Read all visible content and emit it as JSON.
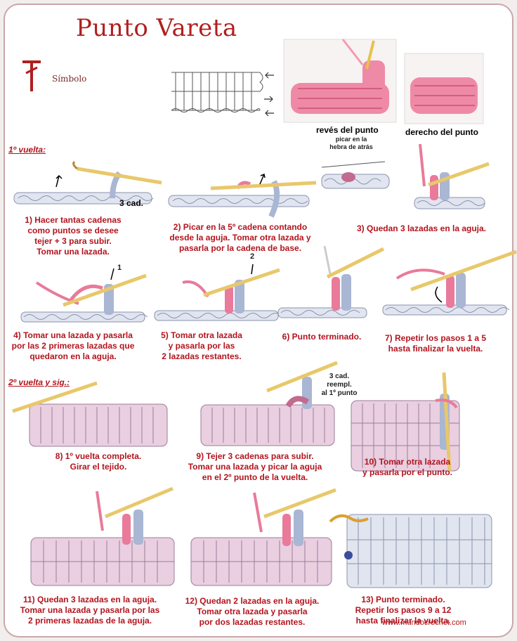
{
  "title": "Punto Vareta",
  "symbol_label": "Símbolo",
  "photo_labels": {
    "back": "revés del punto",
    "front": "derecho del punto",
    "note": "picar en la\nhebra de atrás"
  },
  "sections": {
    "row1": "1º vuelta:",
    "row2": "2º vuelta y sig.:"
  },
  "marks": {
    "ch3": "3 cad.",
    "num1": "1",
    "num2": "2",
    "reempl": "3 cad.\nreempl.\nal 1º punto"
  },
  "steps": [
    "1) Hacer tantas cadenas\ncomo puntos se desee\ntejer + 3 para subir.\nTomar una lazada.",
    "2) Picar en la 5º cadena contando\ndesde la aguja. Tomar otra lazada y\npasarla por la cadena de base.",
    "3) Quedan 3 lazadas en la aguja.",
    "4) Tomar una lazada y pasarla\npor las 2 primeras lazadas que\nquedaron en la aguja.",
    "5) Tomar otra lazada\ny pasarla por las\n2 lazadas restantes.",
    "6) Punto terminado.",
    "7) Repetir los pasos 1 a 5\nhasta finalizar la vuelta.",
    "8) 1º vuelta completa.\nGirar el tejido.",
    "9) Tejer 3 cadenas para subir.\nTomar una lazada y picar la aguja\nen el 2º punto de la vuelta.",
    "10) Tomar otra lazada\ny pasarla por el punto.",
    "11) Quedan 3 lazadas en la aguja.\nTomar una lazada y pasarla por las\n2 primeras lazadas de la aguja.",
    "12) Quedan 2 lazadas en la aguja.\nTomar otra lazada y pasarla\npor dos lazadas restantes.",
    "13) Punto terminado.\nRepetir los pasos 9 a 12\nhasta finalizar la vuelta."
  ],
  "footer": "www.mundocrochet.com",
  "colors": {
    "title": "#b01f1f",
    "caption": "#b3141d",
    "yarn_pink": "#e97a9a",
    "yarn_blue": "#a9b6d4",
    "hook": "#e8c86a",
    "fabric": "#e9cfe0"
  }
}
